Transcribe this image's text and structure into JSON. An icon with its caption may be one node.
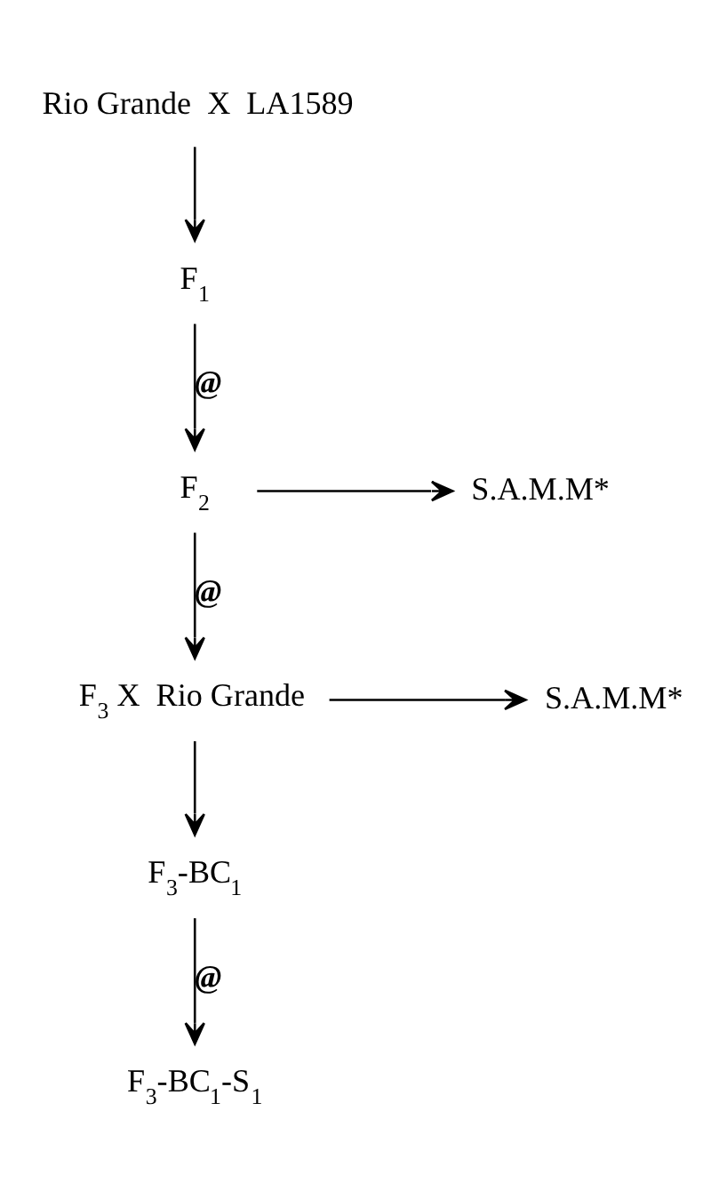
{
  "diagram": {
    "nodes": [
      {
        "text": [
          "Rio Grande  X  LA1589"
        ]
      },
      {
        "text": [
          "F$_{1}$"
        ]
      },
      {
        "text": [
          "S.A.M.M*"
        ]
      },
      {
        "text": [
          "F$_{2}$"
        ]
      },
      {
        "text": [
          "S.A.M.M*"
        ]
      },
      {
        "text": [
          "F$_{3}$  X  Rio Grande"
        ]
      },
      {
        "text": [
          "F$_{3}$-BC$_{1}$"
        ]
      },
      {
        "text": [
          "F$_{3}$-BC$_{1}$-S$_{1}$"
        ]
      }
    ],
    "edges": [
      {
        "from": 0,
        "to": 1,
        "arrow": "to"
      },
      {
        "from": 1,
        "to": 3,
        "arrow": "to",
        "label": "@"
      },
      {
        "from": 3,
        "to": 2,
        "arrow": "to"
      },
      {
        "from": 3,
        "to": 5,
        "arrow": "to",
        "label": "@"
      },
      {
        "from": 5,
        "to": 4,
        "arrow": "to"
      },
      {
        "from": 5,
        "to": 6,
        "arrow": "to"
      },
      {
        "from": 6,
        "to": 7,
        "arrow": "to",
        "label": "@"
      }
    ]
  }
}
